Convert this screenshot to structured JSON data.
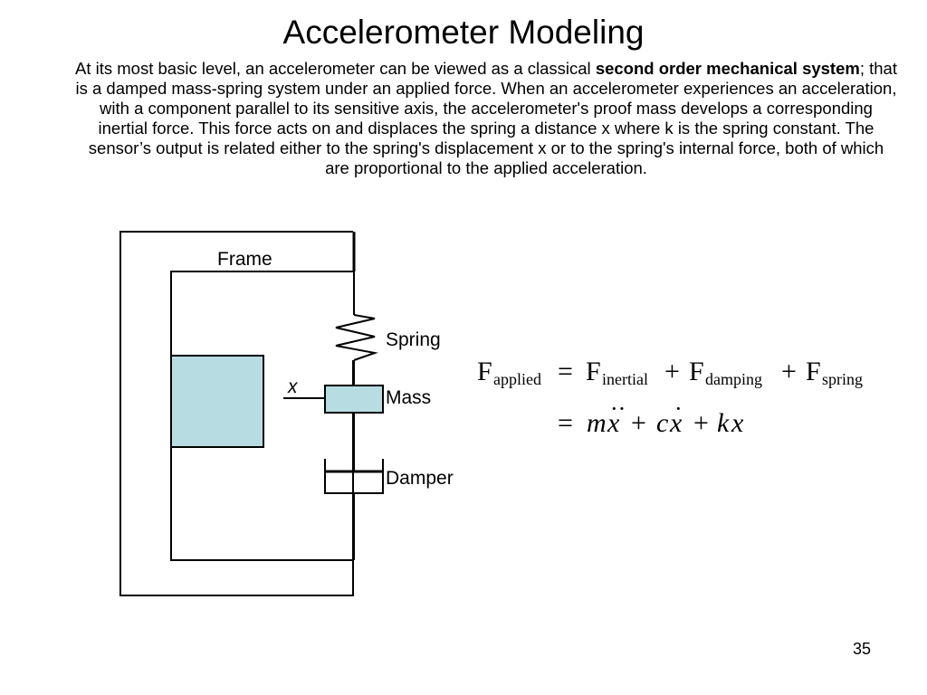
{
  "slide": {
    "title": "Accelerometer Modeling",
    "page_number": "35",
    "paragraph": {
      "part1": "At its most basic level, an accelerometer can be viewed as a classical ",
      "bold": "second order mechanical system",
      "part2": "; that is a damped mass-spring system under an applied force. When an accelerometer experiences an acceleration, with a component parallel to its sensitive axis, the accelerometer's proof mass develops a corresponding inertial force. This force acts on and displaces the spring a distance x  where k is the spring constant. The sensor’s output is related either to the spring's displacement x or to the spring's internal force, both of which are proportional to the applied acceleration."
    }
  },
  "diagram": {
    "labels": {
      "frame": "Frame",
      "spring": "Spring",
      "mass": "Mass",
      "damper": "Damper",
      "x": "x"
    },
    "colors": {
      "mass_fill": "#b7dde3",
      "stroke": "#000000"
    }
  },
  "equation": {
    "F": "F",
    "eq": "=",
    "plus": "+",
    "sub_applied": "applied",
    "sub_inertial": "inertial",
    "sub_damping": "damping",
    "sub_spring": "spring",
    "m": "m",
    "x": "x",
    "c": "c",
    "k": "k",
    "dot": "·",
    "ddot": "··"
  }
}
